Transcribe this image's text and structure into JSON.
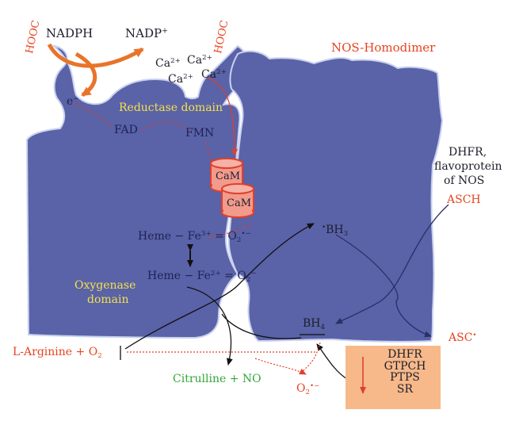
{
  "colors": {
    "protein_fill": "#5a62a8",
    "protein_edge": "#c9d1ef",
    "accent_red": "#e8431f",
    "orange": "#e8742a",
    "cam_fill": "#f29a8c",
    "cam_edge": "#e0402a",
    "box_fill": "#f7b98a",
    "green": "#34a63a",
    "yellow": "#f2e24a"
  },
  "labels": {
    "nadph": "NADPH",
    "nadp": "NADP",
    "nadp_sup": "+",
    "cooh_left": "HOOC",
    "cooh_right": "HOOC",
    "nos_homodimer": "NOS-Homodimer",
    "ca_base": "Ca",
    "ca_charge": "2+",
    "electron": "e",
    "electron_sup": "−",
    "reductase_domain": "Reductase domain",
    "fad": "FAD",
    "fmn": "FMN",
    "cam": "CaM",
    "heme_fe3_a": "Heme − Fe",
    "heme_fe3_sup": "3+",
    "heme_fe3_b": " = O",
    "heme_fe3_sub": "2",
    "heme_fe3_rad": "•−",
    "heme_fe2_a": "Heme − Fe",
    "heme_fe2_sup": "2+",
    "heme_fe2_b": " = O",
    "heme_fe2_sub": "2",
    "heme_fe2_rad": "−",
    "oxygenase_line1": "Oxygenase",
    "oxygenase_line2": "domain",
    "bh3_dot": "•",
    "bh3": "BH",
    "bh3_sub": "3",
    "bh4": "BH",
    "bh4_sub": "4",
    "dhfr_line1": "DHFR,",
    "dhfr_line2": "flavoprotein",
    "dhfr_line3": "of NOS",
    "asch": "ASCH",
    "asc": "ASC",
    "asc_sup": "•",
    "larginine": "L-Arginine + O",
    "larginine_sub": "2",
    "citrulline": "Citrulline + NO",
    "superoxide": "O",
    "superoxide_sub": "2",
    "superoxide_sup": "•−",
    "enzymes": [
      "DHFR",
      "GTPCH",
      "PTPS",
      "SR"
    ]
  }
}
